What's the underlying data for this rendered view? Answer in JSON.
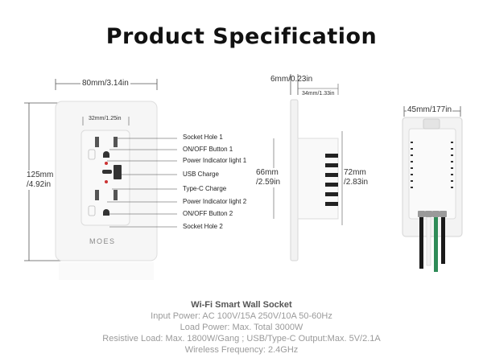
{
  "title": "Product Specification",
  "front": {
    "width_dim": "80mm/3.14in",
    "height_dim": "125mm\n/4.92in",
    "height_dim_line1": "125mm",
    "height_dim_line2": "/4.92in",
    "inner_width_dim": "32mm/1.25in",
    "brand": "MOES",
    "labels": [
      "Socket Hole 1",
      "ON/OFF Button 1",
      "Power Indicator light 1",
      "USB Charge",
      "Type-C Charge",
      "Power Indicator light 2",
      "ON/OFF Button 2",
      "Socket Hole 2"
    ]
  },
  "side": {
    "depth_dim": "6mm/0.23in",
    "body_depth_dim": "34mm/1.33in",
    "body_height_left_line1": "66mm",
    "body_height_left_line2": "/2.59in",
    "body_height_right_line1": "72mm",
    "body_height_right_line2": "/2.83in"
  },
  "back": {
    "width_dim": "45mm/177in"
  },
  "specs": {
    "name": "Wi-Fi Smart Wall Socket",
    "lines": [
      "Input Power: AC 100V/15A 250V/10A 50-60Hz",
      "Load Power: Max. Total 3000W",
      "Resistive Load: Max. 1800W/Gang ; USB/Type-C Output:Max. 5V/2.1A",
      "Wireless Frequency: 2.4GHz"
    ]
  },
  "colors": {
    "plate": "#f6f6f6",
    "outline": "#d9d9d9",
    "dim_line": "#555555",
    "wire_black": "#1a1a1a",
    "wire_green": "#2e8b57",
    "wire_white": "#f2f2f2"
  }
}
